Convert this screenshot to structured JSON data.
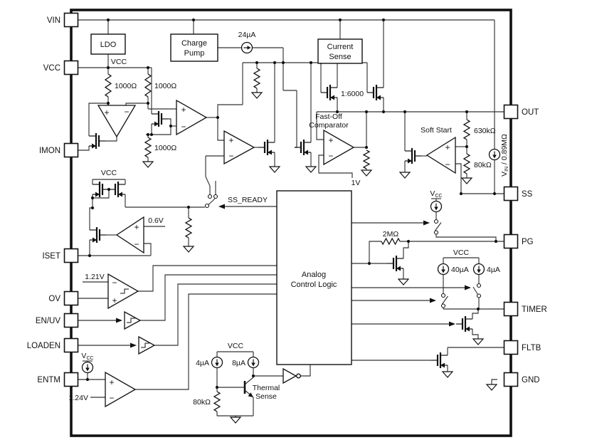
{
  "diagram": {
    "pins_left": [
      "VIN",
      "VCC",
      "IMON",
      "ISET",
      "OV",
      "EN/UV",
      "LOADEN",
      "ENTM"
    ],
    "pins_right": [
      "OUT",
      "SS",
      "PG",
      "TIMER",
      "FLTB",
      "GND"
    ],
    "blocks": {
      "ldo": "LDO",
      "charge_pump_line1": "Charge",
      "charge_pump_line2": "Pump",
      "current_sense_line1": "Current",
      "current_sense_line2": "Sense",
      "acl_line1": "Analog",
      "acl_line2": "Control Logic"
    },
    "labels": {
      "i24": "24µA",
      "vcc_rail": "VCC",
      "r1": "1000Ω",
      "r2": "1000Ω",
      "r3": "1000Ω",
      "ratio": "1:6000",
      "fastoff_line1": "Fast-Off",
      "fastoff_line2": "Comparator",
      "v1": "1V",
      "soft_start": "Soft Start",
      "r630k": "630kΩ",
      "r80k": "80kΩ",
      "ss_ready": "SS_READY",
      "vcc_mirror": "VCC",
      "v06": "0.6V",
      "r2m": "2MΩ",
      "vcc_timer": "VCC",
      "i40": "40µA",
      "i4": "4µA",
      "v121": "1.21V",
      "v124": "1.24V",
      "vcc_thermal": "VCC",
      "i4_thermal": "4µA",
      "i8": "8µA",
      "r80k_thermal": "80kΩ",
      "thermal_line1": "Thermal",
      "thermal_line2": "Sense"
    },
    "sub_labels": {
      "vin089": {
        "base": "V",
        "sub": "IN",
        "rest": " / 0.89MΩ"
      },
      "vcc_pg": {
        "base": "V",
        "sub": "CC"
      },
      "vcc_entm": {
        "base": "V",
        "sub": "CC"
      }
    },
    "symbols": {
      "plus": "+",
      "minus": "−"
    }
  }
}
